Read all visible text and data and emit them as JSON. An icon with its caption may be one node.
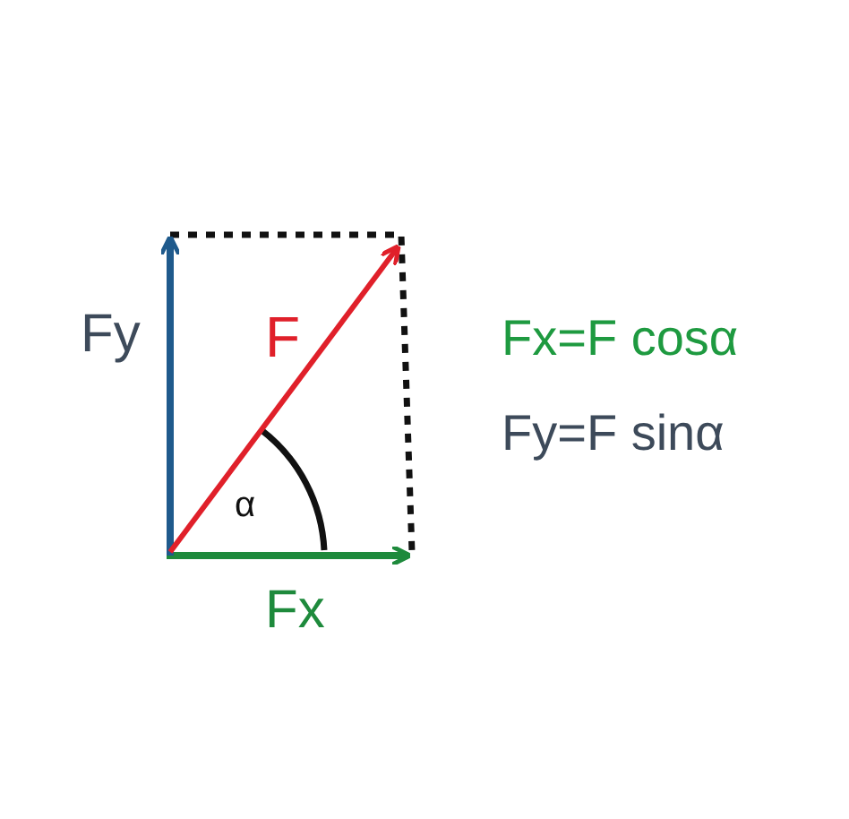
{
  "diagram": {
    "labels": [
      "Fy",
      "F",
      "Fx=F cosα",
      "Fy=F sinα",
      "α",
      "Fx"
    ]
  }
}
